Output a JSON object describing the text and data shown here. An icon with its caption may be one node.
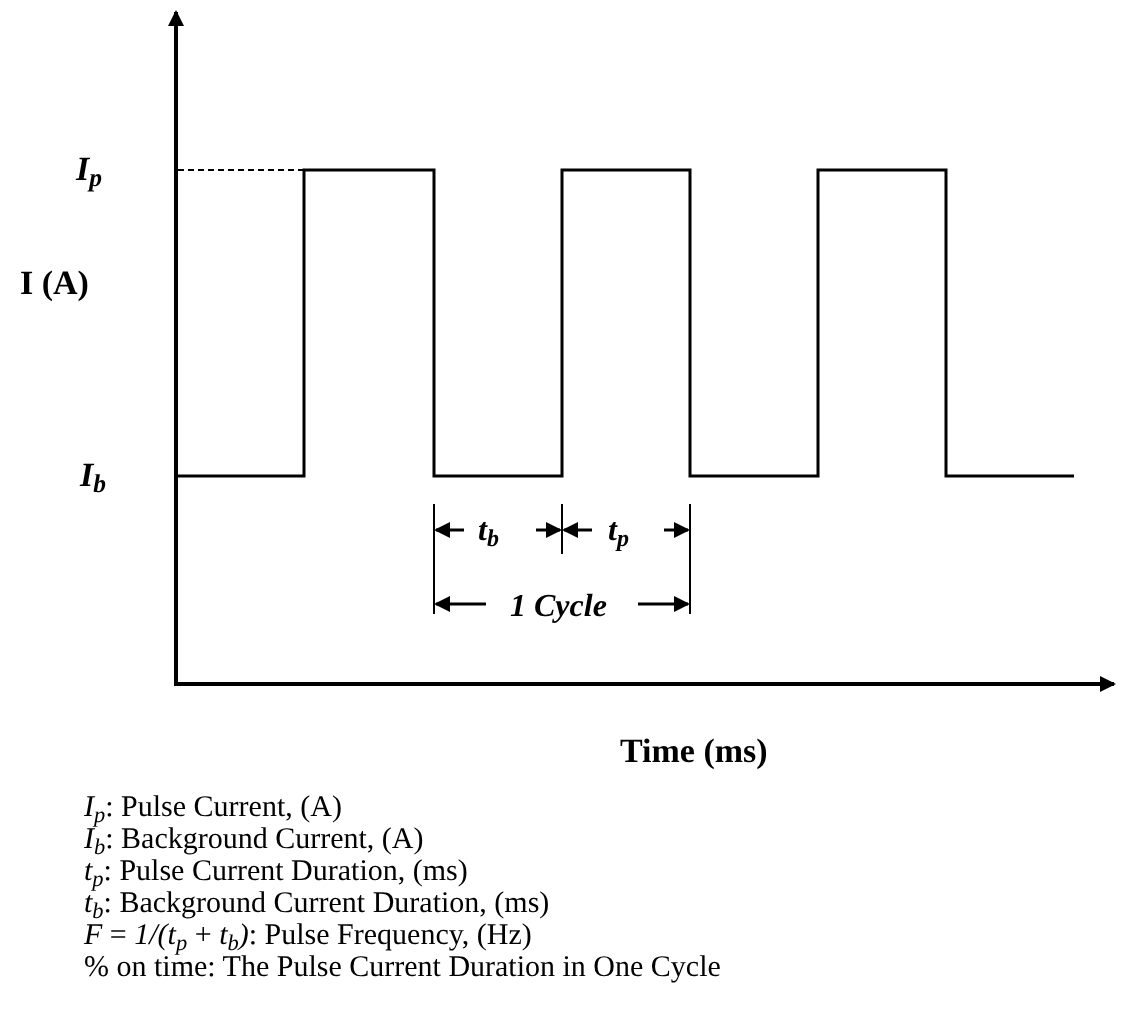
{
  "diagram": {
    "labels": [
      "I$_{p}$",
      "I (A)",
      "I$_{b}$",
      "t$_{b}$",
      "t$_{p}$",
      "1 Cycle",
      "Time (ms)",
      "*I*$_{p}$: Pulse Current, (A)",
      "*I*$_{b}$: Background Current, (A)",
      "*t*$_{p}$: Pulse Current Duration, (ms)",
      "*t*$_{b}$: Background Current Duration, (ms)",
      "*F* = *1/(t*$_{p}$ + *t*$_{b}$*)*: Pulse Frequency, (Hz)",
      "% on time: The Pulse Current Duration in One Cycle"
    ]
  }
}
